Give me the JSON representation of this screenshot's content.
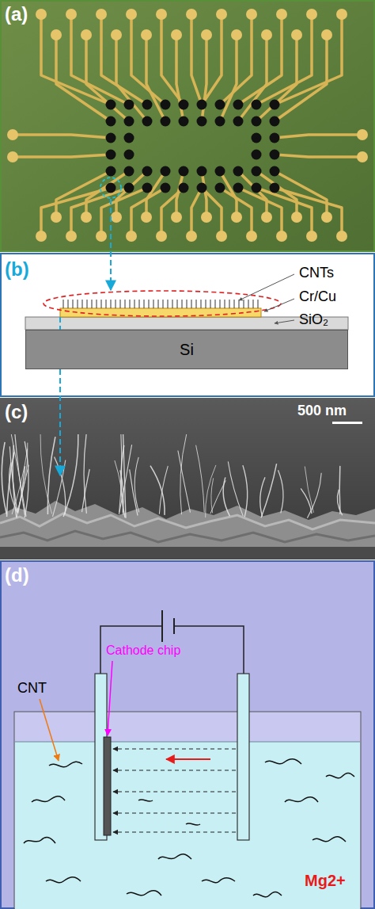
{
  "diagram": {
    "nodes": [
      {
        "text": [
          "Si"
        ]
      }
    ],
    "labels": [
      "(a)",
      "(b)",
      "CNTs",
      "Cr/Cu",
      "SiO₂",
      "(c)",
      "500 nm",
      "(d)",
      "CNT",
      "Cathode chip",
      "Mg2+"
    ]
  }
}
